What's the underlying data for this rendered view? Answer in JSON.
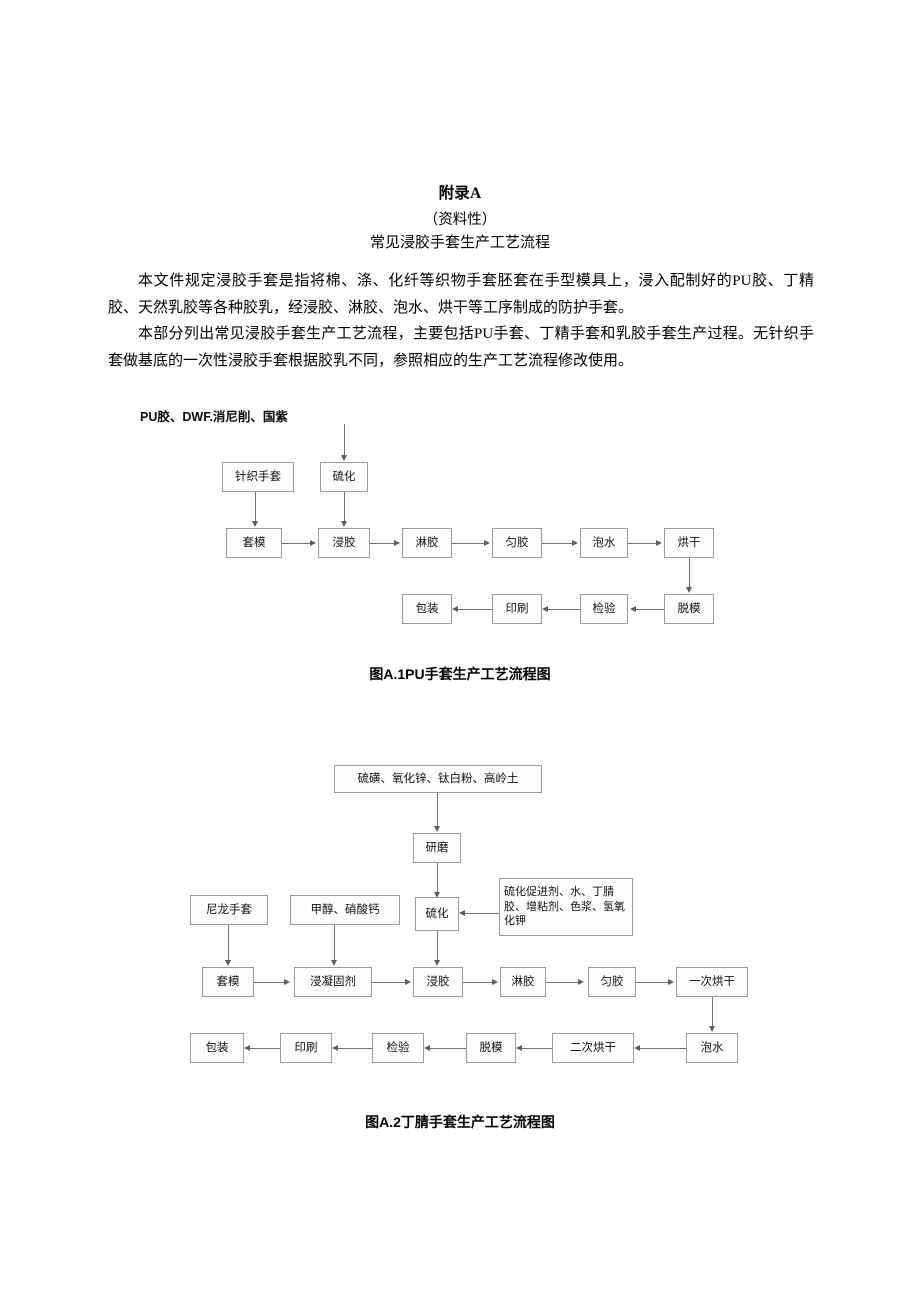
{
  "document": {
    "heading": {
      "appendix_title": "附录A",
      "appendix_kind": "（资料性）",
      "appendix_name": "常见浸胶手套生产工艺流程"
    },
    "paragraphs": [
      "本文件规定浸胶手套是指将棉、涤、化纤等织物手套胚套在手型模具上，浸入配制好的PU胶、丁精胶、天然乳胶等各种胶乳，经浸胶、淋胶、泡水、烘干等工序制成的防护手套。",
      "本部分列出常见浸胶手套生产工艺流程，主要包括PU手套、丁精手套和乳胶手套生产过程。无针织手套做基底的一次性浸胶手套根据胶乳不同，参照相应的生产工艺流程修改使用。"
    ]
  },
  "chart_data": [
    {
      "type": "diagram",
      "id": "figure-a1",
      "title": "图A.1PU手套生产工艺流程图",
      "annotation": "PU胶、DWF.消尼削、国紫",
      "nodes": [
        {
          "key": "material_note",
          "label": "PU胶、DWF.消尼削、国紫"
        },
        {
          "key": "knit_glove",
          "label": "针织手套"
        },
        {
          "key": "vulcanize",
          "label": "硫化"
        },
        {
          "key": "mold",
          "label": "套模"
        },
        {
          "key": "dip_glue",
          "label": "浸胶"
        },
        {
          "key": "pour_glue",
          "label": "淋胶"
        },
        {
          "key": "even_glue",
          "label": "匀胶"
        },
        {
          "key": "soak_water",
          "label": "泡水"
        },
        {
          "key": "dry",
          "label": "烘干"
        },
        {
          "key": "demold",
          "label": "脱模"
        },
        {
          "key": "inspect",
          "label": "检验"
        },
        {
          "key": "print",
          "label": "印刷"
        },
        {
          "key": "package",
          "label": "包装"
        }
      ],
      "edges": [
        {
          "from": "material_note",
          "to": "vulcanize"
        },
        {
          "from": "knit_glove",
          "to": "mold"
        },
        {
          "from": "vulcanize",
          "to": "dip_glue"
        },
        {
          "from": "mold",
          "to": "dip_glue"
        },
        {
          "from": "dip_glue",
          "to": "pour_glue"
        },
        {
          "from": "pour_glue",
          "to": "even_glue"
        },
        {
          "from": "even_glue",
          "to": "soak_water"
        },
        {
          "from": "soak_water",
          "to": "dry"
        },
        {
          "from": "dry",
          "to": "demold"
        },
        {
          "from": "demold",
          "to": "inspect"
        },
        {
          "from": "inspect",
          "to": "print"
        },
        {
          "from": "print",
          "to": "package"
        }
      ]
    },
    {
      "type": "diagram",
      "id": "figure-a2",
      "title": "图A.2丁腈手套生产工艺流程图",
      "nodes": [
        {
          "key": "powders",
          "label": "硫磺、氧化锌、钛白粉、高岭土"
        },
        {
          "key": "grind",
          "label": "研磨"
        },
        {
          "key": "vulcanize",
          "label": "硫化"
        },
        {
          "key": "additives",
          "label": "硫化促进剂、水、丁腈胶、增粘剂、色浆、氢氧化钾"
        },
        {
          "key": "nylon_glove",
          "label": "尼龙手套"
        },
        {
          "key": "coagulant",
          "label": "甲醇、硝酸钙"
        },
        {
          "key": "mold",
          "label": "套模"
        },
        {
          "key": "dip_coagulant",
          "label": "浸凝固剂"
        },
        {
          "key": "dip_glue",
          "label": "浸胶"
        },
        {
          "key": "pour_glue",
          "label": "淋胶"
        },
        {
          "key": "even_glue",
          "label": "匀胶"
        },
        {
          "key": "first_dry",
          "label": "一次烘干"
        },
        {
          "key": "soak_water",
          "label": "泡水"
        },
        {
          "key": "second_dry",
          "label": "二次烘干"
        },
        {
          "key": "demold",
          "label": "脱模"
        },
        {
          "key": "inspect",
          "label": "检验"
        },
        {
          "key": "print",
          "label": "印刷"
        },
        {
          "key": "package",
          "label": "包装"
        }
      ],
      "edges": [
        {
          "from": "powders",
          "to": "grind"
        },
        {
          "from": "grind",
          "to": "vulcanize"
        },
        {
          "from": "additives",
          "to": "vulcanize"
        },
        {
          "from": "vulcanize",
          "to": "dip_glue"
        },
        {
          "from": "nylon_glove",
          "to": "mold"
        },
        {
          "from": "coagulant",
          "to": "dip_coagulant"
        },
        {
          "from": "mold",
          "to": "dip_coagulant"
        },
        {
          "from": "dip_coagulant",
          "to": "dip_glue"
        },
        {
          "from": "dip_glue",
          "to": "pour_glue"
        },
        {
          "from": "pour_glue",
          "to": "even_glue"
        },
        {
          "from": "even_glue",
          "to": "first_dry"
        },
        {
          "from": "first_dry",
          "to": "soak_water"
        },
        {
          "from": "soak_water",
          "to": "second_dry"
        },
        {
          "from": "second_dry",
          "to": "demold"
        },
        {
          "from": "demold",
          "to": "inspect"
        },
        {
          "from": "inspect",
          "to": "print"
        },
        {
          "from": "print",
          "to": "package"
        }
      ]
    }
  ],
  "captions": {
    "figure_a1": "图A.1PU手套生产工艺流程图",
    "figure_a2": "图A.2丁腈手套生产工艺流程图"
  },
  "colors": {
    "text": "#000000",
    "node_border": "#9a9a9a",
    "connector": "#6f6f6f",
    "page_background": "#ffffff"
  }
}
